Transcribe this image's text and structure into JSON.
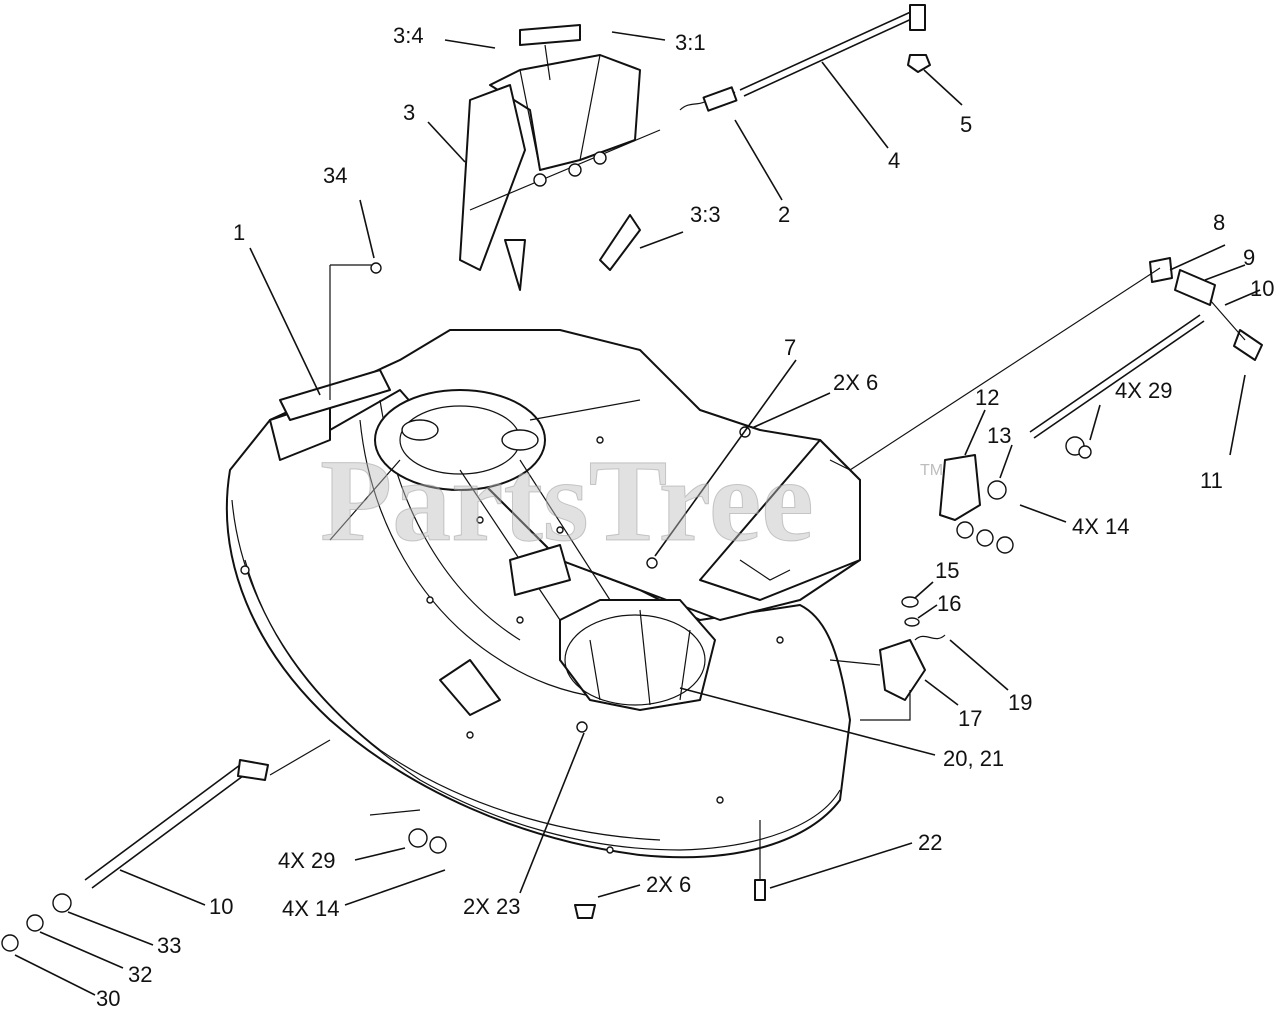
{
  "watermark": {
    "text": "PartsTree",
    "tm": "TM"
  },
  "callouts": [
    {
      "id": "c-1",
      "label": "1"
    },
    {
      "id": "c-2",
      "label": "2"
    },
    {
      "id": "c-3",
      "label": "3"
    },
    {
      "id": "c-3-1",
      "label": "3:1"
    },
    {
      "id": "c-3-3",
      "label": "3:3"
    },
    {
      "id": "c-3-4",
      "label": "3:4"
    },
    {
      "id": "c-4",
      "label": "4"
    },
    {
      "id": "c-5",
      "label": "5"
    },
    {
      "id": "c-7",
      "label": "7"
    },
    {
      "id": "c-8",
      "label": "8"
    },
    {
      "id": "c-9",
      "label": "9"
    },
    {
      "id": "c-10a",
      "label": "10"
    },
    {
      "id": "c-10b",
      "label": "10"
    },
    {
      "id": "c-11",
      "label": "11"
    },
    {
      "id": "c-12",
      "label": "12"
    },
    {
      "id": "c-13",
      "label": "13"
    },
    {
      "id": "c-15",
      "label": "15"
    },
    {
      "id": "c-16",
      "label": "16"
    },
    {
      "id": "c-17",
      "label": "17"
    },
    {
      "id": "c-19",
      "label": "19"
    },
    {
      "id": "c-20-21",
      "label": "20, 21"
    },
    {
      "id": "c-22",
      "label": "22"
    },
    {
      "id": "c-2x23",
      "label": "2X 23"
    },
    {
      "id": "c-2x6a",
      "label": "2X 6"
    },
    {
      "id": "c-2x6b",
      "label": "2X 6"
    },
    {
      "id": "c-4x29a",
      "label": "4X 29"
    },
    {
      "id": "c-4x29b",
      "label": "4X 29"
    },
    {
      "id": "c-4x14a",
      "label": "4X 14"
    },
    {
      "id": "c-4x14b",
      "label": "4X 14"
    },
    {
      "id": "c-30",
      "label": "30"
    },
    {
      "id": "c-32",
      "label": "32"
    },
    {
      "id": "c-33",
      "label": "33"
    },
    {
      "id": "c-34",
      "label": "34"
    }
  ]
}
